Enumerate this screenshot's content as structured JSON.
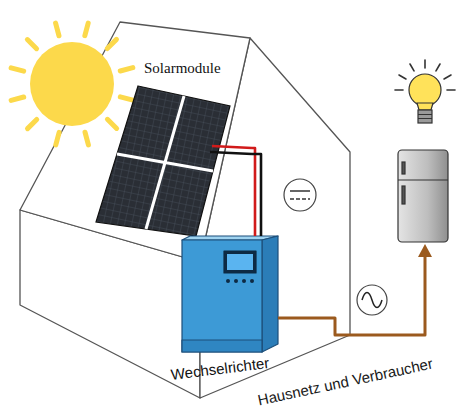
{
  "diagram": {
    "nodes": [
      {
        "text": [
          "Solarmodule"
        ]
      },
      {
        "text": [
          "Wechselrichter"
        ]
      }
    ],
    "edges": [
      {
        "from": 0,
        "to": 1,
        "arrow": "none"
      }
    ],
    "labels": [
      "Hausnetz und Verbraucher"
    ]
  }
}
